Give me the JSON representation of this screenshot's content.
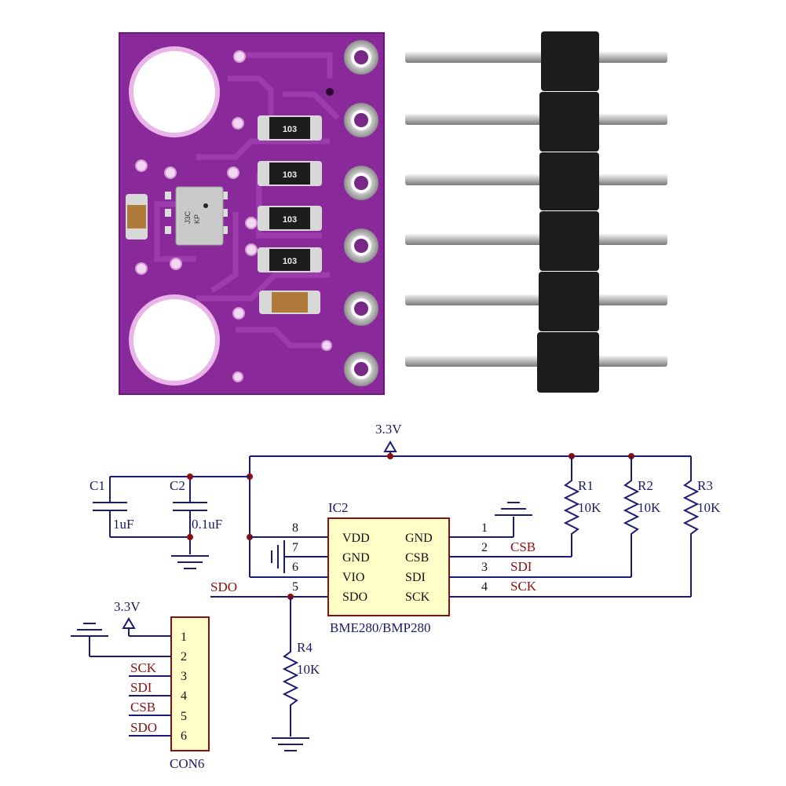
{
  "board": {
    "resistor_marking": "103",
    "chip_marking_line1": "J3C",
    "chip_marking_line2": "KP"
  },
  "schematic": {
    "supply_top": "3.3V",
    "supply_con": "3.3V",
    "caps": [
      {
        "ref": "C1",
        "value": "1uF"
      },
      {
        "ref": "C2",
        "value": "0.1uF"
      }
    ],
    "ic": {
      "ref": "IC2",
      "part": "BME280/BMP280",
      "left_pins": [
        {
          "num": "8",
          "name": "VDD"
        },
        {
          "num": "7",
          "name": "GND"
        },
        {
          "num": "6",
          "name": "VIO"
        },
        {
          "num": "5",
          "name": "SDO"
        }
      ],
      "right_pins": [
        {
          "num": "1",
          "name": "GND"
        },
        {
          "num": "2",
          "name": "CSB"
        },
        {
          "num": "3",
          "name": "SDI"
        },
        {
          "num": "4",
          "name": "SCK"
        }
      ]
    },
    "resistors": [
      {
        "ref": "R1",
        "value": "10K"
      },
      {
        "ref": "R2",
        "value": "10K"
      },
      {
        "ref": "R3",
        "value": "10K"
      },
      {
        "ref": "R4",
        "value": "10K"
      }
    ],
    "net_labels_right": [
      "CSB",
      "SDI",
      "SCK"
    ],
    "net_label_sdo": "SDO",
    "connector": {
      "ref": "CON6",
      "pins": [
        "1",
        "2",
        "3",
        "4",
        "5",
        "6"
      ],
      "signals": [
        "SCK",
        "SDI",
        "CSB",
        "SDO"
      ]
    }
  }
}
